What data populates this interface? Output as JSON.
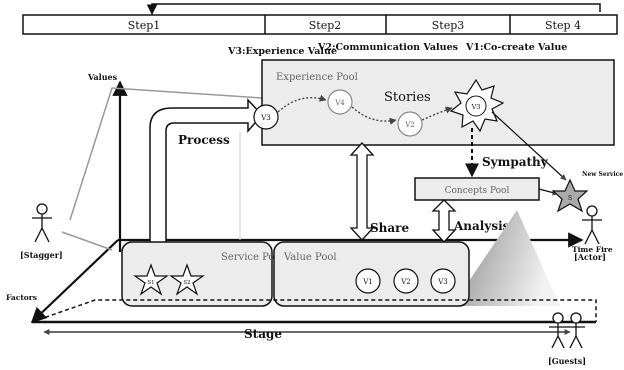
{
  "steps": [
    "Step1",
    "Step2",
    "Step3",
    "Step 4"
  ],
  "value_headers": {
    "v3": "V3:Experience Value",
    "v2": "V2:Communication Values",
    "v1": "V1:Co-create Value"
  },
  "axes": {
    "y": "Values",
    "x": "Time Fire",
    "z": "Factors"
  },
  "pools": {
    "experience": "Experience Pool",
    "stories": "Stories",
    "concepts": "Concepts Pool",
    "service": "Service Pool",
    "value": "Value Pool"
  },
  "nodes": {
    "experience_v3": "V3",
    "story_v4": "V4",
    "story_v2": "V2",
    "star_v3": "V3",
    "new_service": "New Service",
    "new_service_star": "S",
    "service_star_1": "S1",
    "service_star_2": "S2",
    "value_v1": "V1",
    "value_v2": "V2",
    "value_v3": "V3"
  },
  "flows": {
    "process": "Process",
    "sympathy": "Sympathy",
    "share": "Share",
    "analysis": "Analysis",
    "stage": "Stage"
  },
  "actors": {
    "stagger": "[Stagger]",
    "actor": "[Actor]",
    "guests": "[Guests]"
  }
}
